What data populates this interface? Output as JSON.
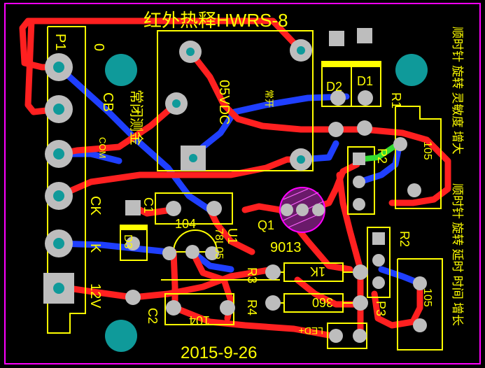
{
  "board": {
    "title": "红外热释HWRS-8",
    "date": "2015-9-26",
    "colors": {
      "background": "#000000",
      "outline": "#ff00ff",
      "top_copper": "#ff2020",
      "bottom_copper": "#1f3fff",
      "silkscreen": "#ffff00",
      "pad": "#bdbdbd",
      "mount_hole": "#0f9a9a",
      "jumper": "#33dd33"
    },
    "labels": {
      "p1": "P1",
      "p2": "P2",
      "p3": "P3",
      "p1_pin0": "0",
      "cb": "CB",
      "com": "COM",
      "ck": "CK",
      "k": "K",
      "v12": "12V",
      "relay_v": "05VDC",
      "relay_cn_left": "常闭测金",
      "relay_cn_right": "常开",
      "c1": "C1",
      "c1_value": "104",
      "c2": "C2",
      "c2_value": "104",
      "d1": "D1",
      "d2": "D2",
      "d3": "D3",
      "r1": "R1",
      "r1_value": "105",
      "r2": "R2",
      "r2_value": "105",
      "r3": "R3",
      "r3_value": "1K",
      "r4": "R4",
      "r4_value": "360",
      "q1": "Q1",
      "q1_value": "9013",
      "u1": "U1",
      "u1_value": "78L05",
      "led": "LED+",
      "right_text_1": "顺时针 旋转 灵敏度 增大",
      "right_text_2": "顺时针 旋转 延时 时间 增长"
    }
  }
}
